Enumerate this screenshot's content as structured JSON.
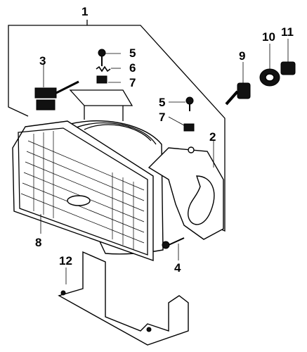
{
  "callouts": {
    "c1": "1",
    "c2": "2",
    "c3": "3",
    "c4": "4",
    "c5a": "5",
    "c5b": "5",
    "c6": "6",
    "c7a": "7",
    "c7b": "7",
    "c8": "8",
    "c9": "9",
    "c10": "10",
    "c11": "11",
    "c12": "12"
  }
}
